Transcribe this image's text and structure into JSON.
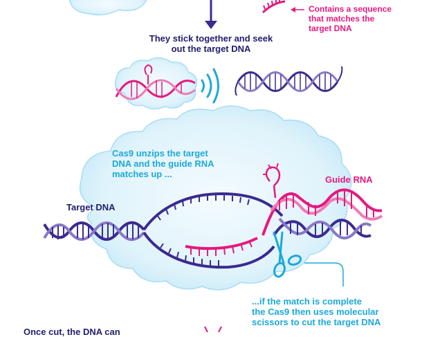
{
  "header": {
    "pink_note_line1": "Contains a sequence",
    "pink_note_line2": "that matches the",
    "pink_note_line3": "target DNA",
    "stick_line1": "They stick together and seek",
    "stick_line2": "out the target DNA"
  },
  "main": {
    "unzip_line1": "Cas9 unzips the target",
    "unzip_line2": "DNA and the guide RNA",
    "unzip_line3": "matches up ...",
    "guide_rna_label": "Guide RNA",
    "target_dna_label": "Target DNA",
    "scissors_line1": "...if the match is complete",
    "scissors_line2": "the Cas9 then uses molecular",
    "scissors_line3": "scissors to cut the target DNA"
  },
  "footer": {
    "cut_line1": "Once cut, the DNA can"
  },
  "colors": {
    "navy": "#1f1d6e",
    "purple": "#3b2a8f",
    "lavender": "#8a78c8",
    "pink": "#e6187f",
    "light_pink": "#f07ab5",
    "cyan": "#1ba9d9",
    "cloud_fill": "#d5effa"
  },
  "icons": [
    "cloud-icon",
    "arrow-down-icon",
    "signal-waves-icon",
    "scissors-icon",
    "dna-helix-icon",
    "rna-strand-icon"
  ]
}
